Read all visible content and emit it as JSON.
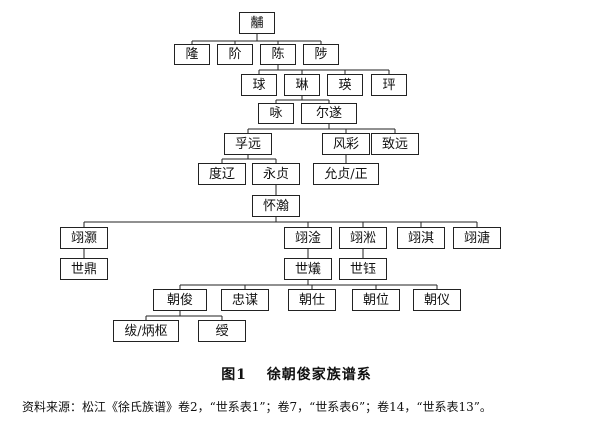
{
  "nodes": {
    "n0": "黼",
    "n1a": "隆",
    "n1b": "阶",
    "n1c": "陈",
    "n1d": "陟",
    "n2a": "球",
    "n2b": "琳",
    "n2c": "瑛",
    "n2d": "玶",
    "n3a": "咏",
    "n3b": "尔遂",
    "n4a": "孚远",
    "n4b": "风彩",
    "n4c": "致远",
    "n5a": "度辽",
    "n5b": "永贞",
    "n5c": "允贞/正",
    "n6": "怀瀚",
    "n7a": "翊灏",
    "n7b": "翊淦",
    "n7c": "翊淞",
    "n7d": "翊淇",
    "n7e": "翊溏",
    "n8a": "世鼎",
    "n8b": "世燨",
    "n8c": "世钰",
    "n9a": "朝俊",
    "n9b": "忠谋",
    "n9c": "朝仕",
    "n9d": "朝位",
    "n9e": "朝仪",
    "n10a": "绂/炳枢",
    "n10b": "绶"
  },
  "caption": {
    "figure_number": "图1",
    "title": "徐朝俊家族谱系"
  },
  "source": "资料来源：松江《徐氏族谱》卷2，“世系表1”；卷7，“世系表6”；卷14，“世系表13”。"
}
